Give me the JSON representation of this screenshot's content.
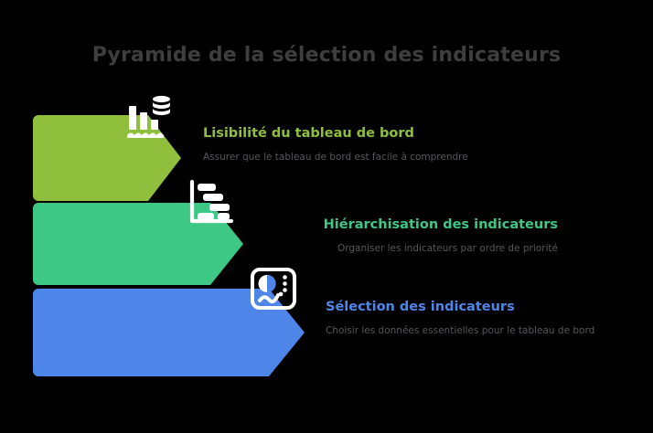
{
  "page": {
    "title": "Pyramide de la sélection des indicateurs",
    "background_color": "#000000",
    "title_color": "#3e3e3e"
  },
  "pyramid": {
    "levels": [
      {
        "id": "lisibilite",
        "title": "Lisibilité du tableau de bord",
        "description": "Assurer que le tableau de bord est facile à comprendre",
        "color": "#8FBF3C",
        "icon": "bar-chart-database-icon",
        "title_color": "#8FBF3C",
        "description_color": "#58585c"
      },
      {
        "id": "hierarchisation",
        "title": "Hiérarchisation des indicateurs",
        "description": "Organiser les indicateurs par ordre de priorité",
        "color": "#3DC885",
        "icon": "gantt-bars-icon",
        "title_color": "#3DC885",
        "description_color": "#58585c"
      },
      {
        "id": "selection",
        "title": "Sélection des indicateurs",
        "description": "Choisir les données essentielles pour le tableau de bord",
        "color": "#4D86E8",
        "icon": "dashboard-pie-line-icon",
        "title_color": "#4D86E8",
        "description_color": "#58585c"
      }
    ]
  }
}
